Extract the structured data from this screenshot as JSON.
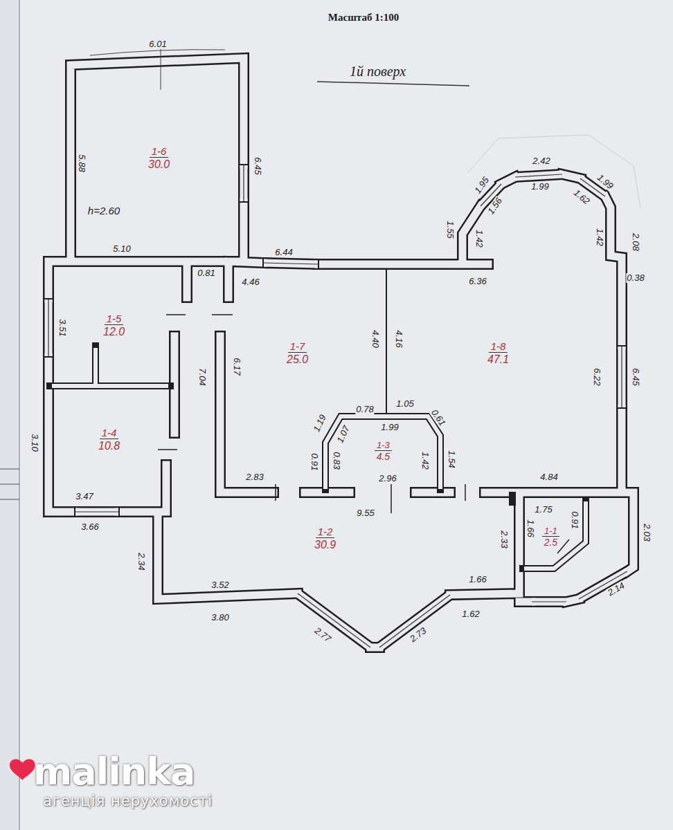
{
  "diagram": {
    "title": "1й поверх",
    "nodes": [
      {
        "text": [
          "1-6",
          "30.0"
        ]
      },
      {
        "text": [
          "1-5",
          "12.0"
        ]
      },
      {
        "text": [
          "1-4",
          "10.8"
        ]
      },
      {
        "text": [
          "1-7",
          "25.0"
        ]
      },
      {
        "text": [
          "1-8",
          "47.1"
        ]
      },
      {
        "text": [
          "1-3",
          "4.5"
        ]
      },
      {
        "text": [
          "1-2",
          "30.9"
        ]
      },
      {
        "text": [
          "1-1",
          "2.5"
        ]
      }
    ],
    "labels": [
      "Масштаб 1:100",
      "6.01",
      "5.88",
      "6.45",
      "h=2.60",
      "5.10",
      "0.81",
      "3.51",
      "3.10",
      "3.47",
      "3.66",
      "7.04",
      "6.17",
      "4.46",
      "6.44",
      "6.36",
      "4.40",
      "4.16",
      "2.42",
      "1.99",
      "1.95",
      "1.56",
      "1.99",
      "1.62",
      "1.55",
      "1.42",
      "1.42",
      "2.08",
      "0.38",
      "6.22",
      "6.45",
      "1.19",
      "0.78",
      "1.05",
      "0.61",
      "1.07",
      "1.99",
      "0.91",
      "0.83",
      "1.42",
      "1.54",
      "2.83",
      "2.96",
      "9.55",
      "4.84",
      "1.75",
      "0.91",
      "1.66",
      "2.33",
      "2.03",
      "2.34",
      "3.52",
      "3.80",
      "1.66",
      "1.62",
      "2.14",
      "2.77",
      "2.73",
      "malinka",
      "агенція нерухомості"
    ]
  }
}
